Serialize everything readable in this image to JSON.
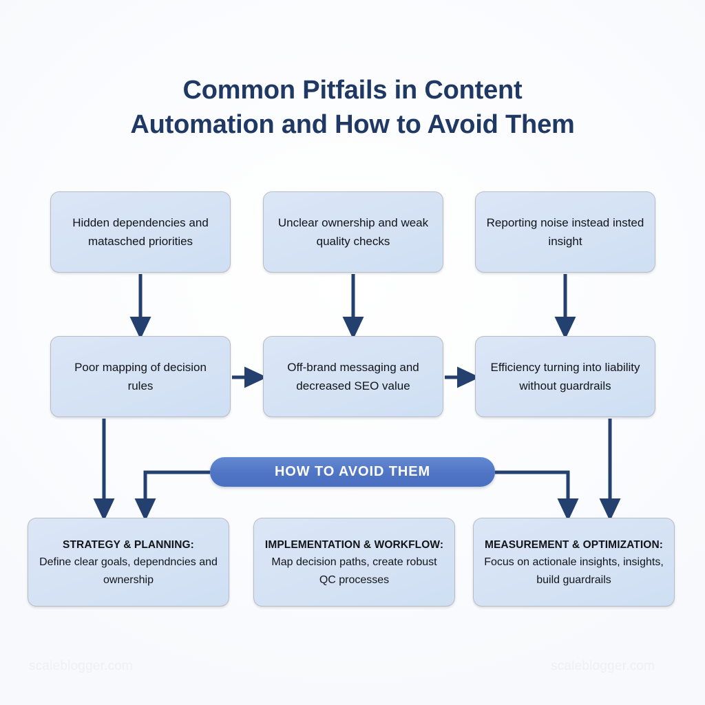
{
  "title": {
    "line1": "Common Pitfails in Content",
    "line2": "Automation and How to Avoid Them"
  },
  "colors": {
    "title_navy": "#1f3864",
    "box_fill": "#d8e4f5",
    "box_border": "#b9bcc2",
    "arrow_navy": "#23406e",
    "banner_blue": "#4f74c4",
    "banner_text": "#ffffff",
    "watermark_gray": "#eef0f2",
    "background": "#fdfdfe"
  },
  "problem_row": [
    {
      "text": "Hidden dependencies and matasched priorities"
    },
    {
      "text": "Unclear ownership and weak quality checks"
    },
    {
      "text": "Reporting noise instead insted insight"
    }
  ],
  "impact_row": [
    {
      "text": "Poor mapping of decision rules"
    },
    {
      "text": "Off-brand messaging and decreased SEO value"
    },
    {
      "text": "Efficiency turning into liability without guardrails"
    }
  ],
  "banner": {
    "label": "HOW TO AVOID THEM"
  },
  "solution_row": [
    {
      "heading": "STRATEGY & PLANNING:",
      "body": "Define clear goals, dependncies and ownership"
    },
    {
      "heading": "IMPLEMENTATION & WORKFLOW:",
      "body": "Map decision paths, create robust QC processes"
    },
    {
      "heading": "MEASUREMENT & OPTIMIZATION:",
      "body": "Focus on actionale insights, insights, build guardrails"
    }
  ],
  "watermarks": {
    "left": "scaleblogger.com",
    "right": "scaleblogger.com"
  },
  "chart_data": {
    "type": "diagram",
    "diagram_kind": "flowchart",
    "title": "Common Pitfails in Content Automation and How to Avoid Them",
    "nodes": [
      {
        "id": "p1",
        "row": "problems",
        "label": "Hidden dependencies and matasched priorities"
      },
      {
        "id": "p2",
        "row": "problems",
        "label": "Unclear ownership and weak quality checks"
      },
      {
        "id": "p3",
        "row": "problems",
        "label": "Reporting noise instead insted insight"
      },
      {
        "id": "i1",
        "row": "impacts",
        "label": "Poor mapping of decision rules"
      },
      {
        "id": "i2",
        "row": "impacts",
        "label": "Off-brand messaging and decreased SEO value"
      },
      {
        "id": "i3",
        "row": "impacts",
        "label": "Efficiency turning into liability without guardrails"
      },
      {
        "id": "banner",
        "row": "banner",
        "label": "HOW TO AVOID THEM"
      },
      {
        "id": "s1",
        "row": "solutions",
        "label": "STRATEGY & PLANNING: Define clear goals, dependncies and ownership"
      },
      {
        "id": "s2",
        "row": "solutions",
        "label": "IMPLEMENTATION & WORKFLOW: Map decision paths, create robust QC processes"
      },
      {
        "id": "s3",
        "row": "solutions",
        "label": "MEASUREMENT & OPTIMIZATION: Focus on actionale insights, insights, build guardrails"
      }
    ],
    "edges": [
      {
        "from": "p1",
        "to": "i1",
        "direction": "down"
      },
      {
        "from": "p2",
        "to": "i2",
        "direction": "down"
      },
      {
        "from": "p3",
        "to": "i3",
        "direction": "down"
      },
      {
        "from": "i1",
        "to": "i2",
        "direction": "right"
      },
      {
        "from": "i2",
        "to": "i3",
        "direction": "right"
      },
      {
        "from": "i1",
        "to": "s1",
        "direction": "down"
      },
      {
        "from": "i3",
        "to": "s3",
        "direction": "down"
      },
      {
        "from": "banner",
        "to": "s1",
        "direction": "left-down"
      },
      {
        "from": "banner",
        "to": "s3",
        "direction": "right-down"
      }
    ]
  }
}
